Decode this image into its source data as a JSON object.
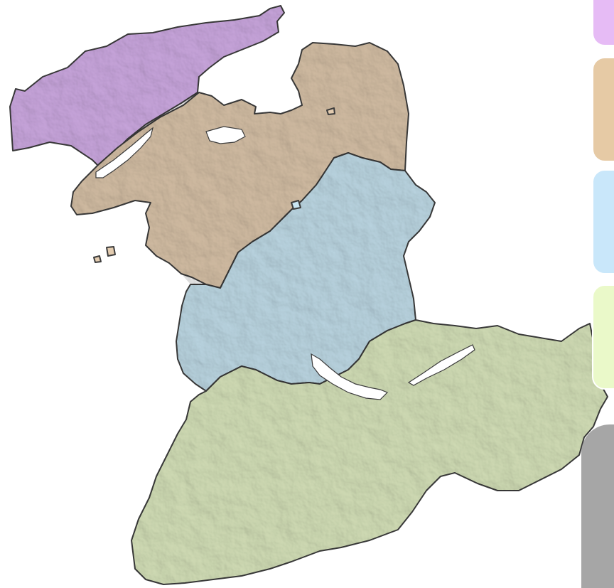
{
  "map": {
    "regions": [
      {
        "id": "jura",
        "color": "#d9b3ef"
      },
      {
        "id": "mittelland",
        "color": "#e3ccb0"
      },
      {
        "id": "oberland-west",
        "color": "#c9e6f3"
      },
      {
        "id": "oberland-east",
        "color": "#e2efc4"
      }
    ],
    "lakes": [
      "lake-biel",
      "lake-thun",
      "lake-brienz"
    ]
  },
  "legend": {
    "swatches": [
      {
        "color": "#e6bbf5"
      },
      {
        "color": "#e6caa5"
      },
      {
        "color": "#c9e7fa"
      },
      {
        "color": "#eaf9c9"
      }
    ]
  },
  "side_panel": {
    "color": "#a6a6a6"
  }
}
